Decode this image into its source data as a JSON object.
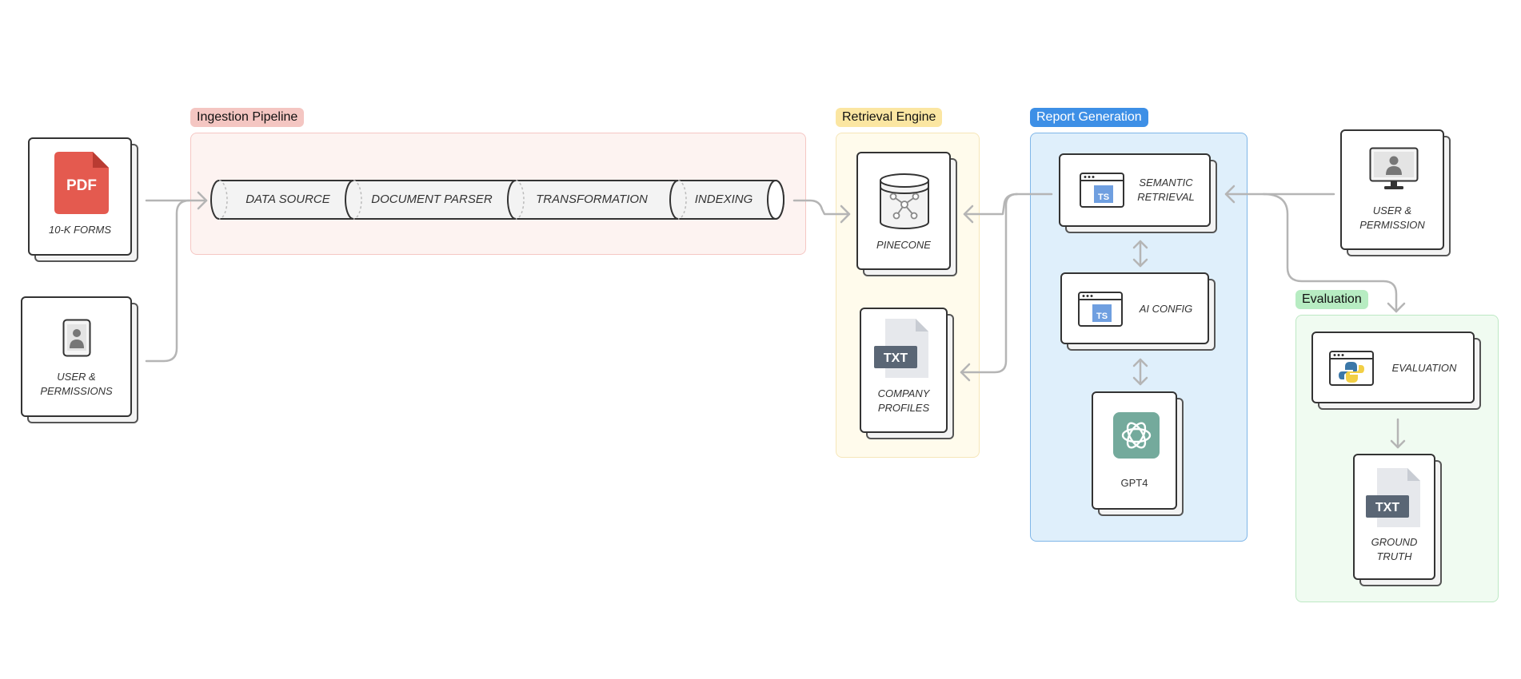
{
  "groups": {
    "ingestion": {
      "label": "Ingestion Pipeline",
      "fill": "#fdf3f1",
      "border": "#f5c7c4",
      "tag": "#f4c6c2"
    },
    "retrieval": {
      "label": "Retrieval Engine",
      "fill": "#fffbec",
      "border": "#f6e6b8",
      "tag": "#fbe6a2"
    },
    "report": {
      "label": "Report Generation",
      "fill": "#dfeffb",
      "border": "#7fb6e8",
      "tag": "#3d8fe6"
    },
    "evaluation": {
      "label": "Evaluation",
      "fill": "#f0fbf1",
      "border": "#bde8c4",
      "tag": "#b7ecc2"
    }
  },
  "pipeline": {
    "stages": [
      "DATA SOURCE",
      "DOCUMENT PARSER",
      "TRANSFORMATION",
      "INDEXING"
    ]
  },
  "inputs": {
    "forms": {
      "icon_text": "PDF",
      "label": "10-K FORMS"
    },
    "users": {
      "label_line1": "USER &",
      "label_line2": "PERMISSIONS"
    }
  },
  "retrieval_nodes": {
    "pinecone": {
      "label": "PINECONE"
    },
    "profiles": {
      "icon_text": "TXT",
      "label_line1": "COMPANY",
      "label_line2": "PROFILES"
    }
  },
  "report_nodes": {
    "semantic": {
      "icon_text": "TS",
      "label_line1": "SEMANTIC",
      "label_line2": "RETRIEVAL"
    },
    "ai_config": {
      "icon_text": "TS",
      "label": "AI CONFIG"
    },
    "gpt4": {
      "label": "GPT4"
    }
  },
  "user_permission": {
    "label_line1": "USER &",
    "label_line2": "PERMISSION"
  },
  "evaluation_nodes": {
    "evaluation": {
      "label": "EVALUATION"
    },
    "ground_truth": {
      "icon_text": "TXT",
      "label_line1": "GROUND",
      "label_line2": "TRUTH"
    }
  },
  "colors": {
    "pdf_red": "#e45a4f",
    "txt_slate": "#5a6675",
    "ts_blue": "#6f9fe0",
    "openai_green": "#74aa9c",
    "connector": "#b5b5b5"
  }
}
